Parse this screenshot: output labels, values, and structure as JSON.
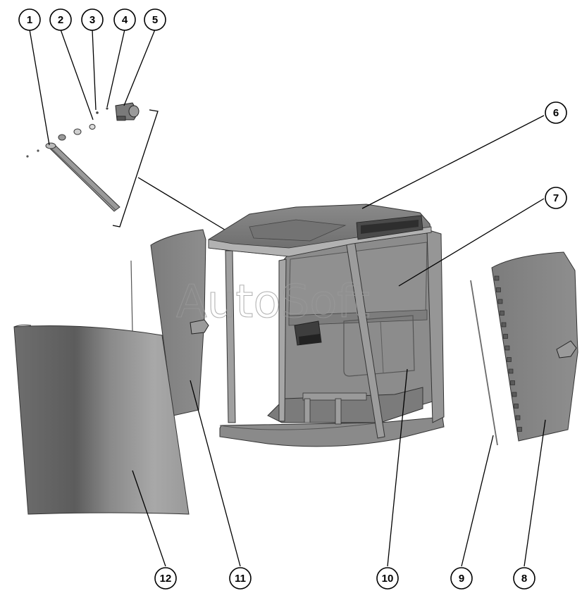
{
  "watermark": "AutoSoft",
  "callouts": [
    "1",
    "2",
    "3",
    "4",
    "5",
    "6",
    "7",
    "8",
    "9",
    "10",
    "11",
    "12"
  ],
  "colors": {
    "background": "#ffffff",
    "part_dark": "#707070",
    "part_mid": "#8c8c8c",
    "part_light": "#b0b0b0",
    "line": "#000000"
  }
}
